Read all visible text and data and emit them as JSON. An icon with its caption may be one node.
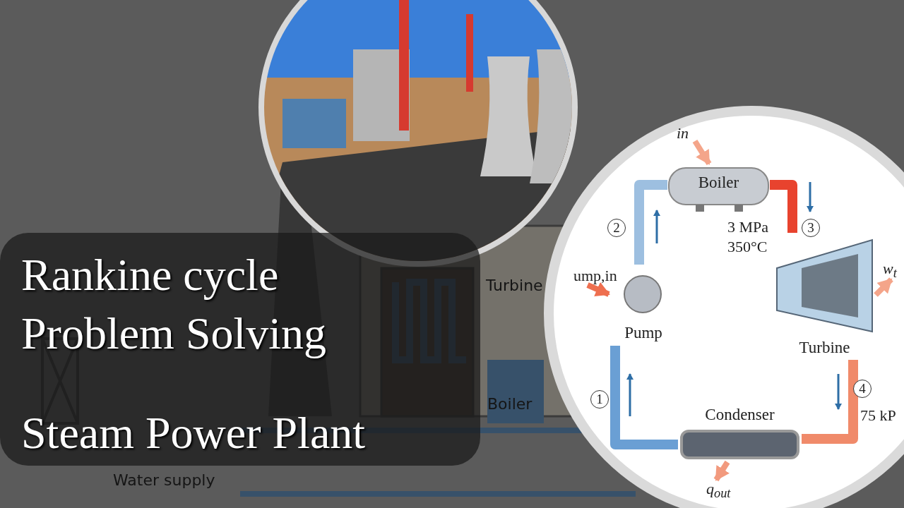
{
  "diagram": {
    "nodes": [
      {
        "text": [
          "Boiler"
        ]
      },
      {
        "text": [
          "Turbine"
        ]
      },
      {
        "text": [
          "Condenser"
        ]
      },
      {
        "text": [
          "Pump"
        ]
      },
      {
        "text": [
          "in"
        ]
      },
      {
        "text": [
          "ump,in"
        ]
      },
      {
        "text": [
          "w$_{t}$"
        ]
      },
      {
        "text": [
          "q$_{out}$"
        ]
      }
    ],
    "edges": [
      {
        "from": 3,
        "to": 0,
        "arrow": "none",
        "color": "#9dbfe0"
      },
      {
        "from": 0,
        "to": 1,
        "arrow": "none",
        "color": "#e8432e"
      },
      {
        "from": 1,
        "to": 2,
        "arrow": "none",
        "color": "#f08a6a"
      },
      {
        "from": 2,
        "to": 3,
        "arrow": "none",
        "color": "#6a9fd4"
      },
      {
        "from": 4,
        "to": 0,
        "arrow": "to",
        "color": "#f4a58a"
      },
      {
        "from": 5,
        "to": 3,
        "arrow": "to",
        "color": "#ee6f4f"
      },
      {
        "from": 1,
        "to": 6,
        "arrow": "to",
        "color": "#f4a58a"
      },
      {
        "from": 2,
        "to": 7,
        "arrow": "to",
        "color": "#f29a7e"
      }
    ],
    "labels": [
      "Turbine",
      "2",
      "3 MPa 350°C",
      "3",
      "Rankine cycle Problem Solving",
      "1",
      "4",
      "Boiler",
      "75 kP",
      "Steam Power Plant",
      "Water supply"
    ]
  }
}
